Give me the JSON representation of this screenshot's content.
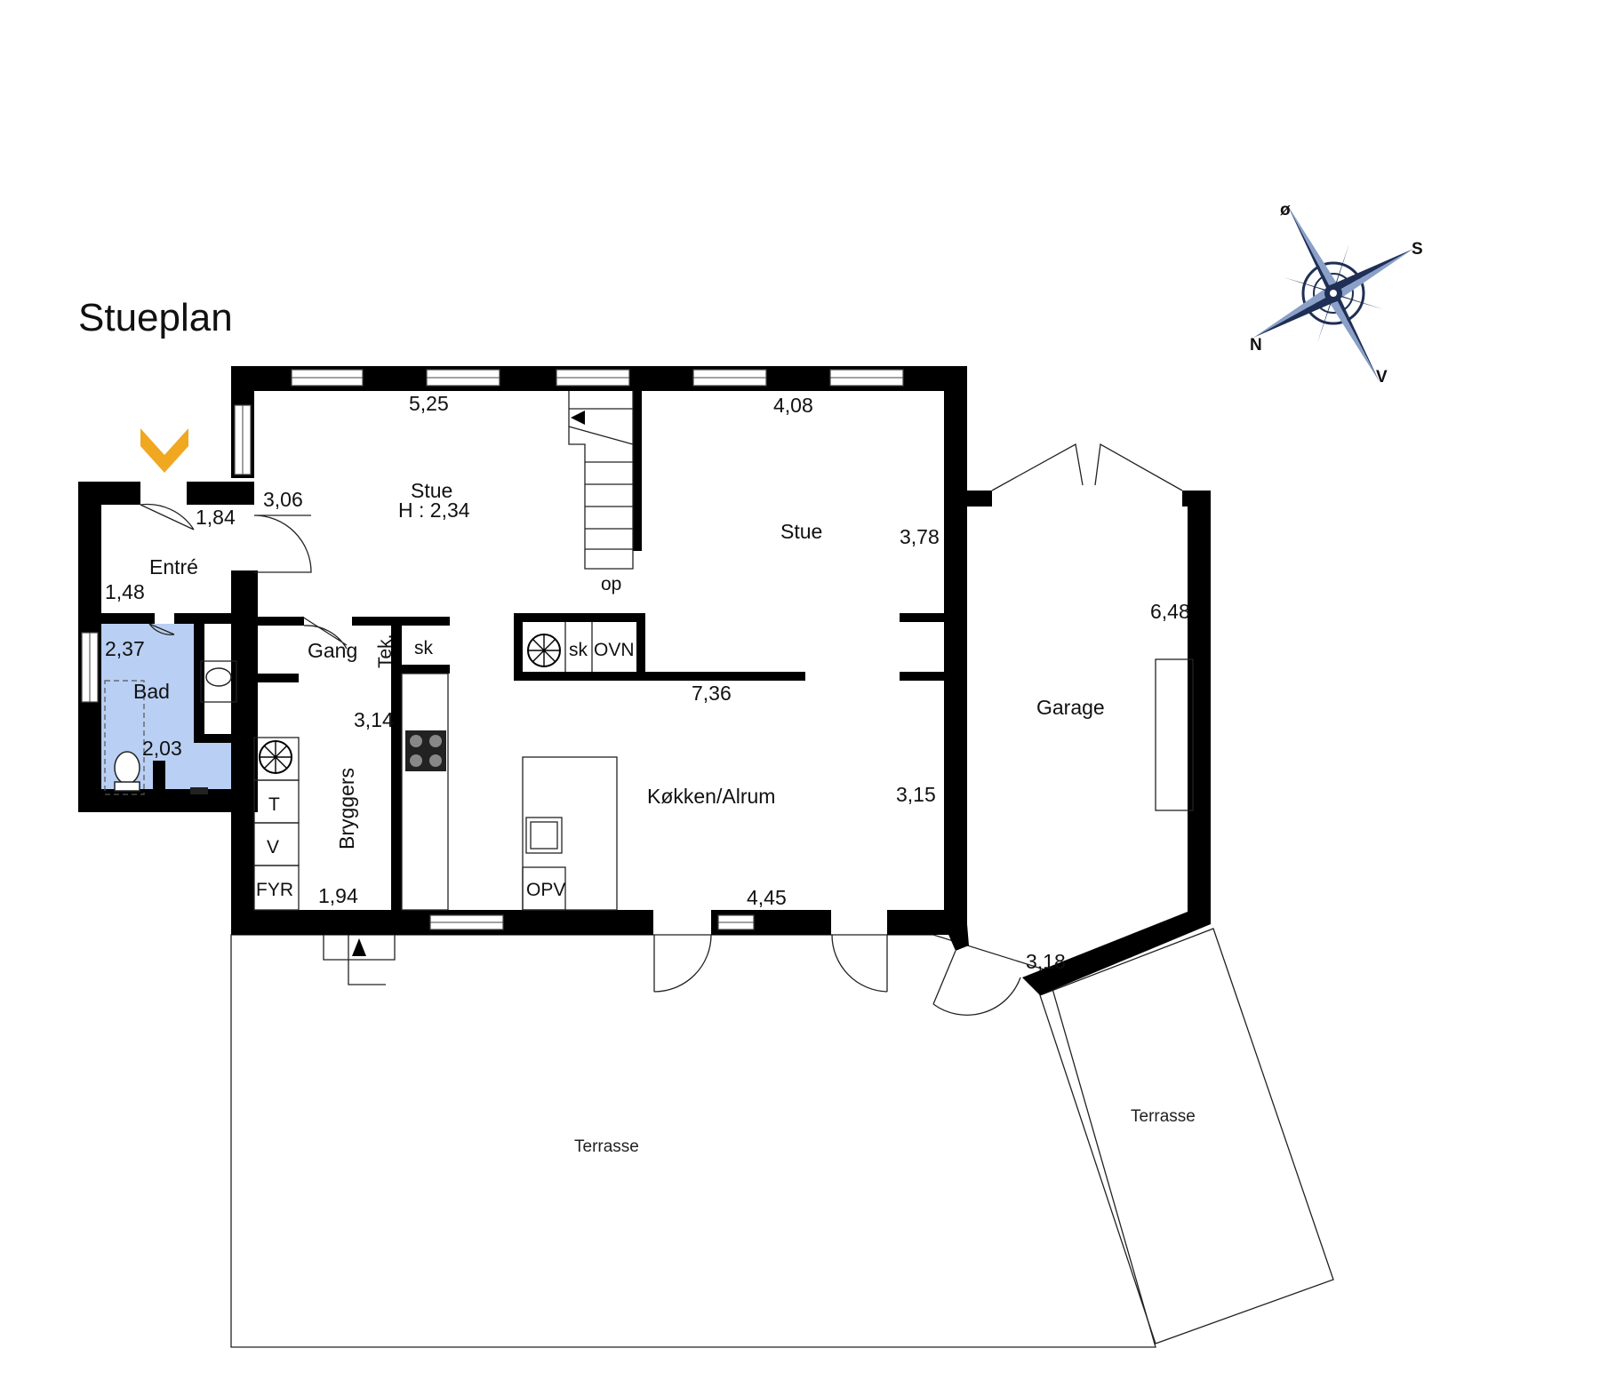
{
  "plan_title": "Stueplan",
  "colors": {
    "bath_fill": "#b9cff3",
    "wall": "#000000",
    "entry_arrow": "#f0a820",
    "compass": "#1f2f55"
  },
  "compass": {
    "north": "N",
    "south": "S",
    "east": "ø",
    "west": "V"
  },
  "rooms": {
    "entre": "Entré",
    "bad": "Bad",
    "stue_west": "Stue",
    "stue_height": "H : 2,34",
    "stue_east": "Stue",
    "gang": "Gang",
    "tek": "Tek.",
    "sk_closet": "sk",
    "bryggers": "Bryggers",
    "kokken": "Køkken/Alrum",
    "garage": "Garage",
    "terrasse_main": "Terrasse",
    "terrasse_side": "Terrasse"
  },
  "fixtures": {
    "stairs_label": "op",
    "stove_sk": "sk",
    "stove_ovn": "OVN",
    "tumbler": "T",
    "washer": "V",
    "boiler": "FYR",
    "dishwasher": "OPV"
  },
  "dimensions": {
    "stue_west_width": "5,25",
    "stue_east_width": "4,08",
    "stue_west_depth": "3,06",
    "entre_width": "1,84",
    "entre_depth": "1,48",
    "bad_width": "2,37",
    "bad_depth": "2,03",
    "stue_east_depth": "3,78",
    "garage_depth": "6,48",
    "kitchen_width": "7,36",
    "bryggers_depth": "3,14",
    "kitchen_depth": "3,15",
    "bryggers_width": "1,94",
    "kitchen_door_width": "4,45",
    "garage_width": "3,18"
  }
}
